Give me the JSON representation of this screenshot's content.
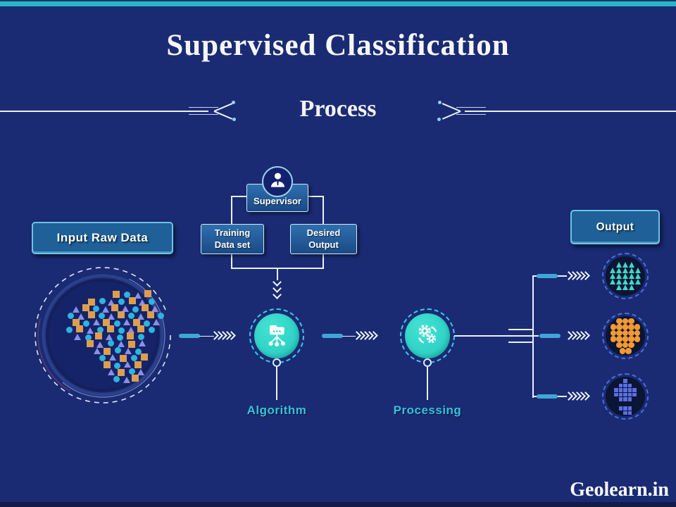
{
  "header": {
    "title": "Supervised Classification",
    "subtitle": "Process"
  },
  "supervisor": {
    "label": "Supervisor"
  },
  "training": {
    "line1": "Training",
    "line2": "Data set"
  },
  "desired": {
    "line1": "Desired",
    "line2": "Output"
  },
  "input_box": {
    "label": "Input Raw Data"
  },
  "output_box": {
    "label": "Output"
  },
  "algorithm": {
    "label": "Algorithm"
  },
  "processing": {
    "label": "Processing"
  },
  "watermark": {
    "text": "Geolearn.in"
  },
  "colors": {
    "background": "#1a2b74",
    "top_bar": "#2db4c6",
    "node_teal": "#2bd3c7",
    "label_cyan": "#35c4dc",
    "arrow_teal": "#3fa7d6",
    "scatter_square": "#dd9e4f",
    "scatter_circle": "#2fb3e0",
    "scatter_triangle": "#8b8fe6",
    "output_triangle": "#43d6c6",
    "output_dot": "#f59a32",
    "output_square": "#5a6ee4"
  },
  "scatter": {
    "points": [
      [
        165,
        418,
        "s"
      ],
      [
        180,
        418,
        "c"
      ],
      [
        196,
        419,
        "t"
      ],
      [
        210,
        417,
        "s"
      ],
      [
        130,
        429,
        "s"
      ],
      [
        145,
        427,
        "c"
      ],
      [
        158,
        429,
        "t"
      ],
      [
        172,
        428,
        "c"
      ],
      [
        188,
        427,
        "s"
      ],
      [
        202,
        429,
        "t"
      ],
      [
        215,
        428,
        "c"
      ],
      [
        108,
        439,
        "t"
      ],
      [
        122,
        437,
        "s"
      ],
      [
        136,
        438,
        "c"
      ],
      [
        150,
        439,
        "t"
      ],
      [
        163,
        437,
        "s"
      ],
      [
        178,
        438,
        "t"
      ],
      [
        192,
        439,
        "c"
      ],
      [
        206,
        437,
        "s"
      ],
      [
        220,
        438,
        "t"
      ],
      [
        100,
        448,
        "c"
      ],
      [
        115,
        449,
        "t"
      ],
      [
        130,
        447,
        "s"
      ],
      [
        144,
        448,
        "c"
      ],
      [
        158,
        449,
        "t"
      ],
      [
        172,
        447,
        "s"
      ],
      [
        186,
        448,
        "c"
      ],
      [
        200,
        449,
        "t"
      ],
      [
        214,
        447,
        "s"
      ],
      [
        228,
        448,
        "c"
      ],
      [
        108,
        458,
        "s"
      ],
      [
        122,
        459,
        "c"
      ],
      [
        137,
        457,
        "t"
      ],
      [
        151,
        458,
        "s"
      ],
      [
        166,
        459,
        "c"
      ],
      [
        180,
        457,
        "t"
      ],
      [
        194,
        458,
        "s"
      ],
      [
        208,
        459,
        "c"
      ],
      [
        222,
        457,
        "t"
      ],
      [
        98,
        468,
        "c"
      ],
      [
        113,
        467,
        "s"
      ],
      [
        128,
        469,
        "t"
      ],
      [
        142,
        468,
        "c"
      ],
      [
        157,
        467,
        "s"
      ],
      [
        172,
        469,
        "c"
      ],
      [
        186,
        468,
        "t"
      ],
      [
        200,
        467,
        "s"
      ],
      [
        215,
        468,
        "c"
      ],
      [
        110,
        478,
        "t"
      ],
      [
        125,
        479,
        "c"
      ],
      [
        140,
        477,
        "s"
      ],
      [
        155,
        478,
        "t"
      ],
      [
        170,
        479,
        "c"
      ],
      [
        185,
        477,
        "s"
      ],
      [
        200,
        478,
        "c"
      ],
      [
        128,
        488,
        "s"
      ],
      [
        142,
        489,
        "t"
      ],
      [
        157,
        487,
        "c"
      ],
      [
        172,
        488,
        "t"
      ],
      [
        187,
        489,
        "s"
      ],
      [
        202,
        487,
        "t"
      ],
      [
        138,
        498,
        "t"
      ],
      [
        152,
        499,
        "s"
      ],
      [
        167,
        497,
        "c"
      ],
      [
        182,
        498,
        "t"
      ],
      [
        196,
        499,
        "c"
      ],
      [
        145,
        508,
        "c"
      ],
      [
        160,
        507,
        "t"
      ],
      [
        175,
        509,
        "s"
      ],
      [
        190,
        508,
        "c"
      ],
      [
        205,
        507,
        "s"
      ],
      [
        152,
        518,
        "s"
      ],
      [
        166,
        519,
        "c"
      ],
      [
        181,
        517,
        "t"
      ],
      [
        196,
        518,
        "s"
      ],
      [
        158,
        528,
        "t"
      ],
      [
        172,
        529,
        "s"
      ],
      [
        187,
        527,
        "c"
      ],
      [
        200,
        528,
        "t"
      ],
      [
        165,
        538,
        "c"
      ],
      [
        180,
        539,
        "t"
      ],
      [
        192,
        537,
        "s"
      ]
    ]
  },
  "output_clusters": [
    {
      "name": "triangles-cluster",
      "shape": "triangle",
      "color": "#43d6c6",
      "rows": [
        3,
        5,
        5,
        5,
        3
      ]
    },
    {
      "name": "dots-cluster",
      "shape": "circle",
      "color": "#f59a32",
      "rows": [
        3,
        5,
        5,
        5,
        3,
        2
      ]
    },
    {
      "name": "squares-cluster",
      "shape": "square",
      "color": "#5a6ee4",
      "grid": [
        "00100",
        "01110",
        "11111",
        "11111",
        "01110",
        "00000",
        "01110",
        "00110"
      ]
    }
  ]
}
